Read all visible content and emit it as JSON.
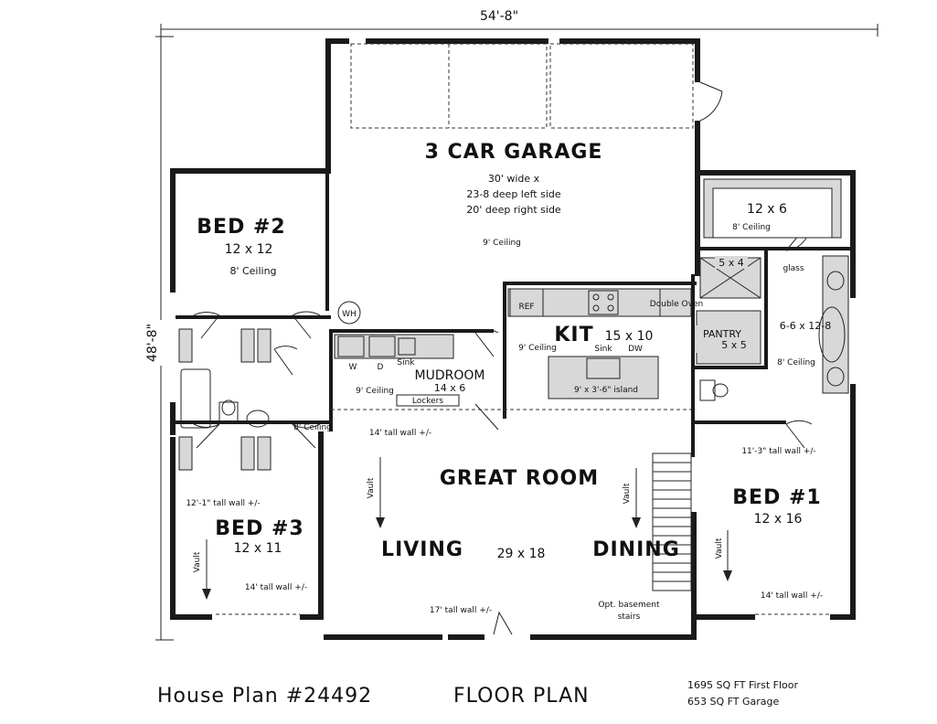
{
  "dimensions": {
    "width": "54'-8\"",
    "depth": "48'-8\""
  },
  "rooms": {
    "garage": {
      "name": "3 CAR GARAGE",
      "line1": "30' wide x",
      "line2": "23-8 deep left side",
      "line3": "20' deep right side",
      "ceiling": "9' Ceiling"
    },
    "bed2": {
      "name": "BED #2",
      "size": "12 x 12",
      "ceiling": "8' Ceiling"
    },
    "bed3": {
      "name": "BED #3",
      "size": "12 x 11",
      "vault": "Vault",
      "wall": "14' tall wall +/-"
    },
    "bed1": {
      "name": "BED #1",
      "size": "12 x 16",
      "vault": "Vault",
      "wall": "14' tall wall +/-",
      "wall_top": "11'-3\" tall wall +/-"
    },
    "closet": {
      "size": "12 x 6",
      "ceiling": "8' Ceiling"
    },
    "wic": {
      "size": "5 x 4",
      "glass": "glass"
    },
    "master_bath": {
      "size": "6-6 x 12-8",
      "ceiling": "8' Ceiling"
    },
    "pantry": {
      "name": "PANTRY",
      "size": "5 x 5"
    },
    "kitchen": {
      "name": "KIT",
      "size": "15 x 10",
      "ceiling": "9' Ceiling",
      "sink": "Sink",
      "dw": "DW",
      "island": "9' x 3'-6\" island",
      "ref": "REF",
      "double_oven": "Double Oven"
    },
    "mudroom": {
      "name": "MUDROOM",
      "size": "14 x 6",
      "ceiling": "9' Ceiling",
      "lockers": "Lockers",
      "w": "W",
      "d": "D",
      "sink": "Sink",
      "wall": "14' tall wall +/-"
    },
    "hall_bath": {
      "ceiling": "8' Ceiling",
      "wall": "12'-1\" tall wall +/-"
    },
    "great_room": {
      "name": "GREAT ROOM",
      "living": "LIVING",
      "dining": "DINING",
      "size": "29 x 18",
      "vault_left": "Vault",
      "vault_right": "Vault",
      "front_wall": "17' tall wall +/-",
      "stairs1": "Opt. basement",
      "stairs2": "stairs"
    },
    "wh": "WH"
  },
  "footer": {
    "plan_number": "House Plan #24492",
    "plan_title": "FLOOR PLAN",
    "sqft_first": "1695 SQ FT First Floor",
    "sqft_garage": "653 SQ FT Garage"
  }
}
